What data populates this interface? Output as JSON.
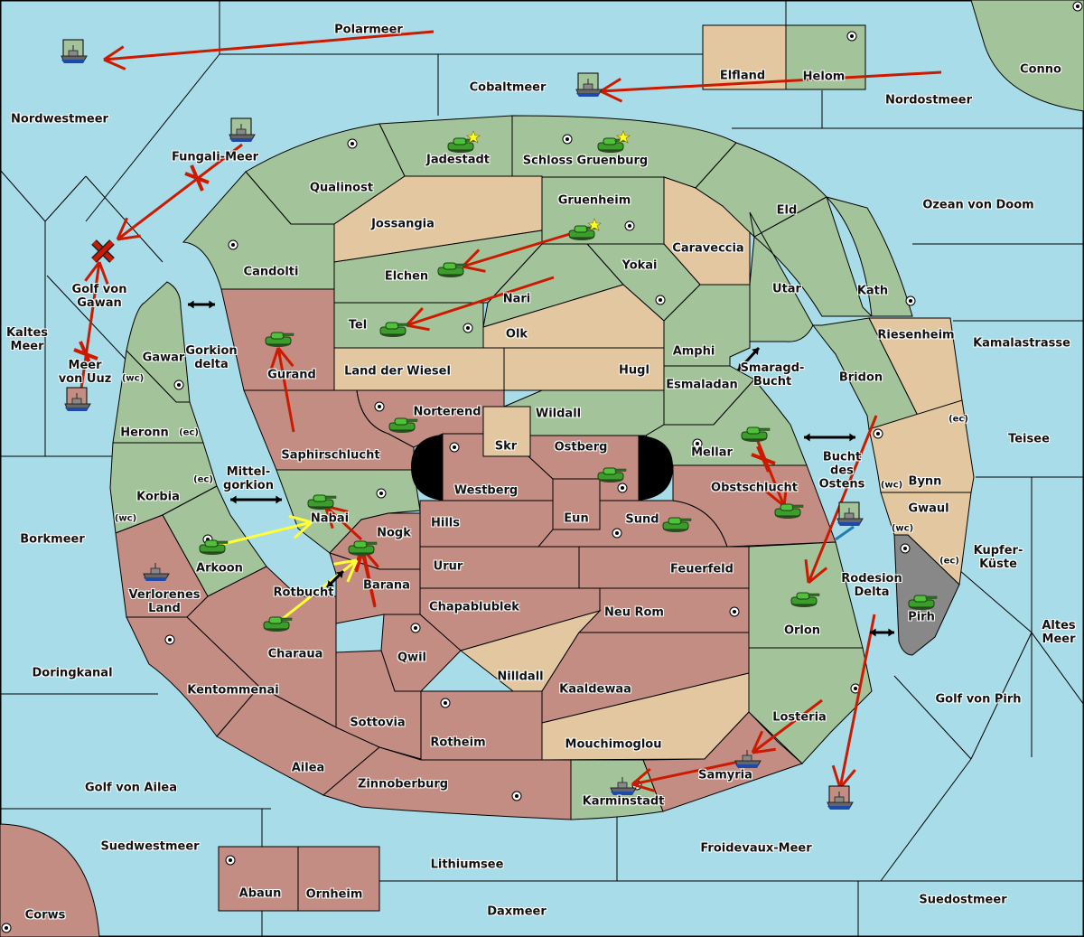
{
  "colors": {
    "sea": "#a8dce8",
    "green": "#a3c49a",
    "tan": "#e2c7a0",
    "red": "#c38d84",
    "grey": "#888888",
    "impassable": "#000000",
    "move": "#cc1a00",
    "support": "#ffff33",
    "convoy": "#1e7fb3"
  },
  "territories": [
    {
      "name": "Polarmeer",
      "type": "sea"
    },
    {
      "name": "Cobaltmeer",
      "type": "sea"
    },
    {
      "name": "Nordwestmeer",
      "type": "sea"
    },
    {
      "name": "Nordostmeer",
      "type": "sea"
    },
    {
      "name": "Fungali-Meer",
      "type": "sea"
    },
    {
      "name": "Golf von Gawan",
      "type": "sea"
    },
    {
      "name": "Kaltes Meer",
      "type": "sea"
    },
    {
      "name": "Meer von Uuz",
      "type": "sea"
    },
    {
      "name": "Borkmeer",
      "type": "sea"
    },
    {
      "name": "Doringkanal",
      "type": "sea"
    },
    {
      "name": "Golf von Ailea",
      "type": "sea"
    },
    {
      "name": "Suedwestmeer",
      "type": "sea"
    },
    {
      "name": "Lithiumsee",
      "type": "sea"
    },
    {
      "name": "Daxmeer",
      "type": "sea"
    },
    {
      "name": "Froidevaux-Meer",
      "type": "sea"
    },
    {
      "name": "Suedostmeer",
      "type": "sea"
    },
    {
      "name": "Golf von Pirh",
      "type": "sea"
    },
    {
      "name": "Altes Meer",
      "type": "sea"
    },
    {
      "name": "Kupfer-Küste",
      "type": "sea"
    },
    {
      "name": "Teisee",
      "type": "sea"
    },
    {
      "name": "Kamalastrasse",
      "type": "sea"
    },
    {
      "name": "Ozean von Doom",
      "type": "sea"
    },
    {
      "name": "Gorkion delta",
      "type": "sea"
    },
    {
      "name": "Mittel-gorkion",
      "type": "sea"
    },
    {
      "name": "Rotbucht",
      "type": "sea"
    },
    {
      "name": "Smaragd-Bucht",
      "type": "sea"
    },
    {
      "name": "Bucht des Ostens",
      "type": "sea"
    },
    {
      "name": "Rodesion Delta",
      "type": "sea"
    },
    {
      "name": "Elfland",
      "type": "tan"
    },
    {
      "name": "Helom",
      "type": "green",
      "sc": true
    },
    {
      "name": "Conno",
      "type": "green",
      "sc": true
    },
    {
      "name": "Jadestadt",
      "type": "green",
      "sc": true
    },
    {
      "name": "Schloss Gruenburg",
      "type": "green",
      "sc": true
    },
    {
      "name": "Qualinost",
      "type": "green"
    },
    {
      "name": "Candolti",
      "type": "green",
      "sc": true
    },
    {
      "name": "Jossangia",
      "type": "tan"
    },
    {
      "name": "Gruenheim",
      "type": "green",
      "sc": true
    },
    {
      "name": "Caraveccia",
      "type": "tan"
    },
    {
      "name": "Eld",
      "type": "green"
    },
    {
      "name": "Elchen",
      "type": "green"
    },
    {
      "name": "Yokai",
      "type": "green",
      "sc": true
    },
    {
      "name": "Nari",
      "type": "green"
    },
    {
      "name": "Tel",
      "type": "green",
      "sc": true
    },
    {
      "name": "Olk",
      "type": "tan"
    },
    {
      "name": "Utar",
      "type": "green"
    },
    {
      "name": "Kath",
      "type": "green",
      "sc": true
    },
    {
      "name": "Amphi",
      "type": "green"
    },
    {
      "name": "Land der Wiesel",
      "type": "tan"
    },
    {
      "name": "Hugl",
      "type": "tan"
    },
    {
      "name": "Esmaladan",
      "type": "green"
    },
    {
      "name": "Riesenheim",
      "type": "tan"
    },
    {
      "name": "Bridon",
      "type": "green",
      "sc": true
    },
    {
      "name": "Gawar",
      "type": "green",
      "sc": true
    },
    {
      "name": "Heronn",
      "type": "green"
    },
    {
      "name": "Korbia",
      "type": "green"
    },
    {
      "name": "Arkoon",
      "type": "green",
      "sc": true
    },
    {
      "name": "Gurand",
      "type": "red"
    },
    {
      "name": "Norterend",
      "type": "red",
      "sc": true
    },
    {
      "name": "Saphirschlucht",
      "type": "red"
    },
    {
      "name": "Wildall",
      "type": "green"
    },
    {
      "name": "Skr",
      "type": "tan"
    },
    {
      "name": "Westberg",
      "type": "red",
      "sc": true
    },
    {
      "name": "Ostberg",
      "type": "red",
      "sc": true
    },
    {
      "name": "Mellar",
      "type": "green",
      "sc": true
    },
    {
      "name": "Obstschlucht",
      "type": "red"
    },
    {
      "name": "Nabai",
      "type": "green",
      "sc": true
    },
    {
      "name": "Nogk",
      "type": "red"
    },
    {
      "name": "Hills",
      "type": "red"
    },
    {
      "name": "Eun",
      "type": "red"
    },
    {
      "name": "Sund",
      "type": "red",
      "sc": true
    },
    {
      "name": "Verlorenes Land",
      "type": "red"
    },
    {
      "name": "Barana",
      "type": "red"
    },
    {
      "name": "Urur",
      "type": "red"
    },
    {
      "name": "Feuerfeld",
      "type": "red"
    },
    {
      "name": "Chapablublek",
      "type": "red"
    },
    {
      "name": "Neu Rom",
      "type": "red",
      "sc": true
    },
    {
      "name": "Charaua",
      "type": "red"
    },
    {
      "name": "Qwil",
      "type": "red",
      "sc": true
    },
    {
      "name": "Kentommenai",
      "type": "red",
      "sc": true
    },
    {
      "name": "Nilldall",
      "type": "tan"
    },
    {
      "name": "Kaaldewaa",
      "type": "red"
    },
    {
      "name": "Sottovia",
      "type": "red"
    },
    {
      "name": "Rotheim",
      "type": "red",
      "sc": true
    },
    {
      "name": "Ailea",
      "type": "red"
    },
    {
      "name": "Zinnoberburg",
      "type": "red",
      "sc": true
    },
    {
      "name": "Mouchimoglou",
      "type": "tan"
    },
    {
      "name": "Karminstadt",
      "type": "green",
      "sc": true
    },
    {
      "name": "Samyria",
      "type": "red"
    },
    {
      "name": "Losteria",
      "type": "green",
      "sc": true
    },
    {
      "name": "Orlon",
      "type": "green"
    },
    {
      "name": "Pirh",
      "type": "grey",
      "sc": true
    },
    {
      "name": "Bynn",
      "type": "tan"
    },
    {
      "name": "Gwaul",
      "type": "tan"
    },
    {
      "name": "Abaun",
      "type": "red",
      "sc": true
    },
    {
      "name": "Ornheim",
      "type": "red"
    },
    {
      "name": "Corws",
      "type": "red",
      "sc": true
    }
  ],
  "labels": [
    {
      "key": "polarmeer",
      "text": "Polarmeer"
    },
    {
      "key": "cobaltmeer",
      "text": "Cobaltmeer"
    },
    {
      "key": "nordwestmeer",
      "text": "Nordwestmeer"
    },
    {
      "key": "nordostmeer",
      "text": "Nordostmeer"
    },
    {
      "key": "fungali",
      "text": "Fungali-Meer"
    },
    {
      "key": "gawan",
      "text": "Golf von\nGawan"
    },
    {
      "key": "kaltes",
      "text": "Kaltes\nMeer"
    },
    {
      "key": "uuz",
      "text": "Meer\nvon Uuz"
    },
    {
      "key": "borkmeer",
      "text": "Borkmeer"
    },
    {
      "key": "doringkanal",
      "text": "Doringkanal"
    },
    {
      "key": "golfailea",
      "text": "Golf von Ailea"
    },
    {
      "key": "suedwestmeer",
      "text": "Suedwestmeer"
    },
    {
      "key": "lithiumsee",
      "text": "Lithiumsee"
    },
    {
      "key": "daxmeer",
      "text": "Daxmeer"
    },
    {
      "key": "froidevaux",
      "text": "Froidevaux-Meer"
    },
    {
      "key": "suedostmeer",
      "text": "Suedostmeer"
    },
    {
      "key": "golfpirh",
      "text": "Golf von Pirh"
    },
    {
      "key": "altes",
      "text": "Altes\nMeer"
    },
    {
      "key": "kupfer",
      "text": "Kupfer-\nKüste"
    },
    {
      "key": "teisee",
      "text": "Teisee"
    },
    {
      "key": "kamala",
      "text": "Kamalastrasse"
    },
    {
      "key": "doom",
      "text": "Ozean von Doom"
    },
    {
      "key": "gorkiondelta",
      "text": "Gorkion\ndelta"
    },
    {
      "key": "mittelgorkion",
      "text": "Mittel-\ngorkion"
    },
    {
      "key": "rotbucht",
      "text": "Rotbucht"
    },
    {
      "key": "smaragd",
      "text": "Smaragd-\nBucht"
    },
    {
      "key": "buchtostens",
      "text": "Bucht\ndes\nOstens"
    },
    {
      "key": "rodesion",
      "text": "Rodesion\nDelta"
    },
    {
      "key": "elfland",
      "text": "Elfland"
    },
    {
      "key": "helom",
      "text": "Helom"
    },
    {
      "key": "conno",
      "text": "Conno"
    },
    {
      "key": "jadestadt",
      "text": "Jadestadt"
    },
    {
      "key": "schloss",
      "text": "Schloss Gruenburg"
    },
    {
      "key": "qualinost",
      "text": "Qualinost"
    },
    {
      "key": "candolti",
      "text": "Candolti"
    },
    {
      "key": "jossangia",
      "text": "Jossangia"
    },
    {
      "key": "gruenheim",
      "text": "Gruenheim"
    },
    {
      "key": "caraveccia",
      "text": "Caraveccia"
    },
    {
      "key": "eld",
      "text": "Eld"
    },
    {
      "key": "elchen",
      "text": "Elchen"
    },
    {
      "key": "yokai",
      "text": "Yokai"
    },
    {
      "key": "nari",
      "text": "Nari"
    },
    {
      "key": "tel",
      "text": "Tel"
    },
    {
      "key": "olk",
      "text": "Olk"
    },
    {
      "key": "utar",
      "text": "Utar"
    },
    {
      "key": "kath",
      "text": "Kath"
    },
    {
      "key": "amphi",
      "text": "Amphi"
    },
    {
      "key": "wiesel",
      "text": "Land der Wiesel"
    },
    {
      "key": "hugl",
      "text": "Hugl"
    },
    {
      "key": "esmaladan",
      "text": "Esmaladan"
    },
    {
      "key": "riesenheim",
      "text": "Riesenheim"
    },
    {
      "key": "bridon",
      "text": "Bridon"
    },
    {
      "key": "gawar",
      "text": "Gawar"
    },
    {
      "key": "heronn",
      "text": "Heronn"
    },
    {
      "key": "korbia",
      "text": "Korbia"
    },
    {
      "key": "arkoon",
      "text": "Arkoon"
    },
    {
      "key": "gurand",
      "text": "Gurand"
    },
    {
      "key": "norterend",
      "text": "Norterend"
    },
    {
      "key": "saphir",
      "text": "Saphirschlucht"
    },
    {
      "key": "wildall",
      "text": "Wildall"
    },
    {
      "key": "skr",
      "text": "Skr"
    },
    {
      "key": "westberg",
      "text": "Westberg"
    },
    {
      "key": "ostberg",
      "text": "Ostberg"
    },
    {
      "key": "mellar",
      "text": "Mellar"
    },
    {
      "key": "obst",
      "text": "Obstschlucht"
    },
    {
      "key": "nabai",
      "text": "Nabai"
    },
    {
      "key": "nogk",
      "text": "Nogk"
    },
    {
      "key": "hills",
      "text": "Hills"
    },
    {
      "key": "eun",
      "text": "Eun"
    },
    {
      "key": "sund",
      "text": "Sund"
    },
    {
      "key": "verlorenes",
      "text": "Verlorenes\nLand"
    },
    {
      "key": "barana",
      "text": "Barana"
    },
    {
      "key": "urur",
      "text": "Urur"
    },
    {
      "key": "feuerfeld",
      "text": "Feuerfeld"
    },
    {
      "key": "chapa",
      "text": "Chapablublek"
    },
    {
      "key": "neurom",
      "text": "Neu Rom"
    },
    {
      "key": "charaua",
      "text": "Charaua"
    },
    {
      "key": "qwil",
      "text": "Qwil"
    },
    {
      "key": "kentommenai",
      "text": "Kentommenai"
    },
    {
      "key": "nilldall",
      "text": "Nilldall"
    },
    {
      "key": "kaaldewaa",
      "text": "Kaaldewaa"
    },
    {
      "key": "sottovia",
      "text": "Sottovia"
    },
    {
      "key": "rotheim",
      "text": "Rotheim"
    },
    {
      "key": "ailea",
      "text": "Ailea"
    },
    {
      "key": "zinnoberburg",
      "text": "Zinnoberburg"
    },
    {
      "key": "mouchi",
      "text": "Mouchimoglou"
    },
    {
      "key": "karminstadt",
      "text": "Karminstadt"
    },
    {
      "key": "samyria",
      "text": "Samyria"
    },
    {
      "key": "losteria",
      "text": "Losteria"
    },
    {
      "key": "orlon",
      "text": "Orlon"
    },
    {
      "key": "pirh",
      "text": "Pirh"
    },
    {
      "key": "bynn",
      "text": "Bynn"
    },
    {
      "key": "gwaul",
      "text": "Gwaul"
    },
    {
      "key": "abaun",
      "text": "Abaun"
    },
    {
      "key": "ornheim",
      "text": "Ornheim"
    },
    {
      "key": "corws",
      "text": "Corws"
    }
  ],
  "coast_labels": [
    {
      "key": "gawar_wc",
      "text": "(wc)"
    },
    {
      "key": "heronn_ec",
      "text": "(ec)"
    },
    {
      "key": "korbia_ec",
      "text": "(ec)"
    },
    {
      "key": "korbia_wc",
      "text": "(wc)"
    },
    {
      "key": "bynn_ec",
      "text": "(ec)"
    },
    {
      "key": "bynn_wc",
      "text": "(wc)"
    },
    {
      "key": "gwaul_wc",
      "text": "(wc)"
    },
    {
      "key": "gwaul_ec",
      "text": "(ec)"
    }
  ],
  "units": [
    {
      "type": "fleet",
      "location": "Nordwestmeer",
      "owner": "green"
    },
    {
      "type": "fleet",
      "location": "Cobaltmeer",
      "owner": "green"
    },
    {
      "type": "fleet",
      "location": "Fungali-Meer",
      "owner": "green"
    },
    {
      "type": "fleet",
      "location": "Meer von Uuz",
      "owner": "red"
    },
    {
      "type": "army",
      "location": "Jadestadt",
      "owner": "green",
      "built": true
    },
    {
      "type": "army",
      "location": "Schloss Gruenburg",
      "owner": "green",
      "built": true
    },
    {
      "type": "army",
      "location": "Gruenheim",
      "owner": "green",
      "built": true
    },
    {
      "type": "army",
      "location": "Elchen",
      "owner": "green"
    },
    {
      "type": "army",
      "location": "Tel",
      "owner": "green"
    },
    {
      "type": "army",
      "location": "Gurand",
      "owner": "green"
    },
    {
      "type": "army",
      "location": "Norterend",
      "owner": "green"
    },
    {
      "type": "army",
      "location": "Nabai",
      "owner": "green"
    },
    {
      "type": "army",
      "location": "Nogk",
      "owner": "green"
    },
    {
      "type": "army",
      "location": "Arkoon",
      "owner": "green"
    },
    {
      "type": "fleet",
      "location": "Verlorenes Land",
      "owner": "red"
    },
    {
      "type": "army",
      "location": "Charaua",
      "owner": "green"
    },
    {
      "type": "army",
      "location": "Ostberg",
      "owner": "green"
    },
    {
      "type": "army",
      "location": "Sund",
      "owner": "green"
    },
    {
      "type": "army",
      "location": "Mellar",
      "owner": "green"
    },
    {
      "type": "army",
      "location": "Obstschlucht",
      "owner": "green"
    },
    {
      "type": "fleet",
      "location": "Bucht des Ostens",
      "owner": "green"
    },
    {
      "type": "army",
      "location": "Orlon",
      "owner": "green"
    },
    {
      "type": "army",
      "location": "Pirh",
      "owner": "green"
    },
    {
      "type": "fleet",
      "location": "Samyria",
      "owner": "red"
    },
    {
      "type": "fleet",
      "location": "Karminstadt",
      "owner": "red"
    },
    {
      "type": "fleet",
      "location": "Froidevaux-Meer",
      "owner": "red"
    }
  ],
  "orders": [
    {
      "kind": "move",
      "from": "Polarmeer",
      "to": "Nordwestmeer"
    },
    {
      "kind": "move",
      "from": "Nordostmeer",
      "to": "Cobaltmeer"
    },
    {
      "kind": "move",
      "from": "Fungali-Meer",
      "to": "Golf von Gawan",
      "result": "failed"
    },
    {
      "kind": "move",
      "from": "Meer von Uuz",
      "to": "Golf von Gawan",
      "result": "failed"
    },
    {
      "kind": "move",
      "from": "Gruenheim",
      "to": "Elchen"
    },
    {
      "kind": "move",
      "from": "Nari",
      "to": "Tel"
    },
    {
      "kind": "move",
      "from": "Saphirschlucht",
      "to": "Gurand"
    },
    {
      "kind": "move",
      "from": "Nogk",
      "to": "Nabai"
    },
    {
      "kind": "move",
      "from": "Barana",
      "to": "Nogk"
    },
    {
      "kind": "support",
      "from": "Arkoon",
      "to": "Nabai"
    },
    {
      "kind": "support",
      "from": "Charaua",
      "to": "Nogk"
    },
    {
      "kind": "move",
      "from": "Mellar",
      "to": "Obstschlucht",
      "result": "failed"
    },
    {
      "kind": "move",
      "from": "Bridon",
      "to": "Orlon"
    },
    {
      "kind": "convoy",
      "from": "Bucht des Ostens",
      "to": "Orlon"
    },
    {
      "kind": "move",
      "from": "Rodesion Delta",
      "to": "Froidevaux-Meer"
    },
    {
      "kind": "move",
      "from": "Losteria",
      "to": "Samyria"
    },
    {
      "kind": "move",
      "from": "Samyria",
      "to": "Karminstadt"
    }
  ]
}
